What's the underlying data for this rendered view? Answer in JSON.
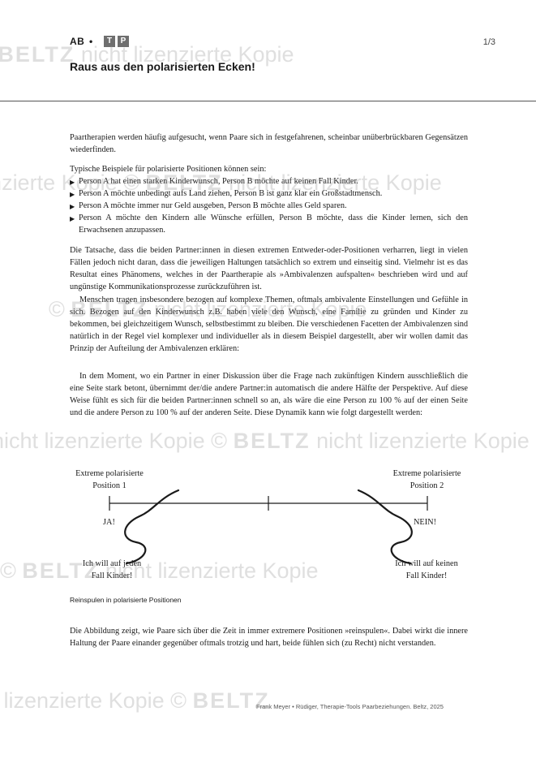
{
  "header": {
    "tag_ab": "AB",
    "separator": "•",
    "badge_1": "T",
    "badge_2": "P",
    "page_number": "1/3",
    "title": "Raus aus den polarisierten Ecken!"
  },
  "intro": "Paartherapien werden häufig aufgesucht, wenn Paare sich in festgefahrenen, scheinbar unüberbrückbaren Gegensätzen wiederfinden.",
  "examples_heading": "Typische Beispiele für polarisierte Positionen können sein:",
  "examples": [
    "Person A hat einen starken Kinderwunsch, Person B möchte auf keinen Fall Kinder.",
    "Person A möchte unbedingt aufs Land ziehen, Person B ist ganz klar ein Großstadtmensch.",
    "Person A möchte immer nur Geld ausgeben, Person B möchte alles Geld sparen.",
    "Person A möchte den Kindern alle Wünsche erfüllen, Person B möchte, dass die Kinder lernen, sich den Erwachsenen anzupassen."
  ],
  "paragraph_1": "Die Tatsache, dass die beiden Partner:innen in diesen extremen Entweder-oder-Positionen verharren, liegt in vielen Fällen jedoch nicht daran, dass die jeweiligen Haltungen tatsächlich so extrem und einseitig sind. Vielmehr ist es das Resultat eines Phänomens, welches in der Paartherapie als »Ambivalenzen aufspalten« beschrieben wird und auf ungünstige Kommunikationsprozesse zurückzuführen ist.",
  "paragraph_2": "Menschen tragen insbesondere bezogen auf komplexe Themen, oftmals ambivalente Einstellungen und Gefühle in sich. Bezogen auf den Kinderwunsch z.B. haben viele den Wunsch, eine Familie zu gründen und Kinder zu bekommen, bei gleichzeitigem Wunsch, selbstbestimmt zu bleiben. Die verschiedenen Facetten der Ambivalenzen sind natürlich in der Regel viel komplexer und individueller als in diesem Beispiel dargestellt, aber wir wollen damit das Prinzip der Aufteilung der Ambivalenzen erklären:",
  "paragraph_3": "In dem Moment, wo ein Partner in einer Diskussion über die Frage nach zukünftigen Kindern ausschließlich die eine Seite stark betont, übernimmt der/die andere Partner:in automatisch die andere Hälfte der Perspektive. Auf diese Weise fühlt es sich für die beiden Partner:innen schnell so an, als wäre die eine Person zu 100 % auf der einen Seite und die andere Person zu 100 % auf der anderen Seite. Diese Dynamik kann wie folgt dargestellt werden:",
  "diagram": {
    "left_label_line1": "Extreme polarisierte",
    "left_label_line2": "Position 1",
    "right_label_line1": "Extreme polarisierte",
    "right_label_line2": "Position 2",
    "left_answer": "JA!",
    "right_answer": "NEIN!",
    "left_quote_line1": "Ich will auf jeden",
    "left_quote_line2": "Fall Kinder!",
    "right_quote_line1": "Ich will auf keinen",
    "right_quote_line2": "Fall Kinder!",
    "caption": "Reinspulen in polarisierte Positionen"
  },
  "paragraph_4": "Die Abbildung zeigt, wie Paare sich über die Zeit in immer extremere Positionen »reinspulen«. Dabei wirkt die innere Haltung der Paare einander gegenüber oftmals trotzig und hart, beide fühlen sich (zu Recht) nicht verstanden.",
  "footer": "Frank Meyer • Rüdiger, Therapie-Tools Paarbeziehungen. Beltz, 2025",
  "watermark": {
    "text_a": "nicht lizenzierte Kopie",
    "copyright": "©",
    "brand": "BELTZ"
  }
}
